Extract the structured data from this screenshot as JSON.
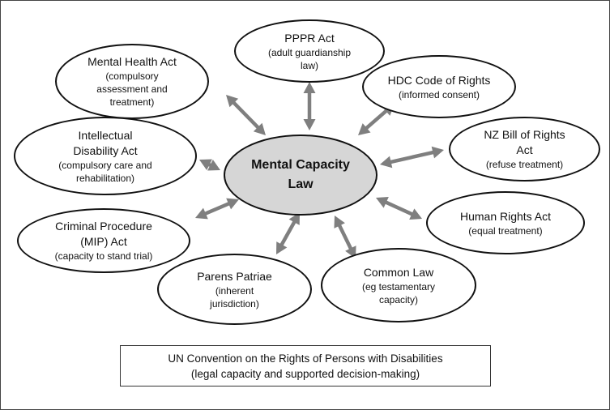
{
  "diagram": {
    "center": {
      "title_lines": [
        "Mental Capacity",
        "Law"
      ],
      "fill": "#d6d6d6"
    },
    "arrow_color": "#7f7f7f",
    "nodes": [
      {
        "key": "pppr",
        "title_lines": [
          "PPPR Act"
        ],
        "sub_lines": [
          "(adult guardianship",
          "law)"
        ]
      },
      {
        "key": "mha",
        "title_lines": [
          "Mental Health Act"
        ],
        "sub_lines": [
          "(compulsory",
          "assessment and",
          "treatment)"
        ]
      },
      {
        "key": "hdc",
        "title_lines": [
          "HDC Code of Rights"
        ],
        "sub_lines": [
          "(informed consent)"
        ]
      },
      {
        "key": "ida",
        "title_lines": [
          "Intellectual",
          "Disability Act"
        ],
        "sub_lines": [
          "(compulsory care and",
          "rehabilitation)"
        ]
      },
      {
        "key": "nzbr",
        "title_lines": [
          "NZ Bill of Rights",
          "Act"
        ],
        "sub_lines": [
          "(refuse treatment)"
        ]
      },
      {
        "key": "hra",
        "title_lines": [
          "Human Rights Act"
        ],
        "sub_lines": [
          "(equal treatment)"
        ]
      },
      {
        "key": "cp",
        "title_lines": [
          "Criminal Procedure",
          "(MIP) Act"
        ],
        "sub_lines": [
          "(capacity to stand trial)"
        ]
      },
      {
        "key": "pp",
        "title_lines": [
          "Parens Patriae"
        ],
        "sub_lines": [
          "(inherent",
          "jurisdiction)"
        ]
      },
      {
        "key": "cl",
        "title_lines": [
          "Common Law"
        ],
        "sub_lines": [
          "(eg testamentary",
          "capacity)"
        ]
      }
    ],
    "footer": {
      "line1": "UN Convention on the Rights of Persons with Disabilities",
      "line2": "(legal capacity and supported decision-making)"
    }
  }
}
